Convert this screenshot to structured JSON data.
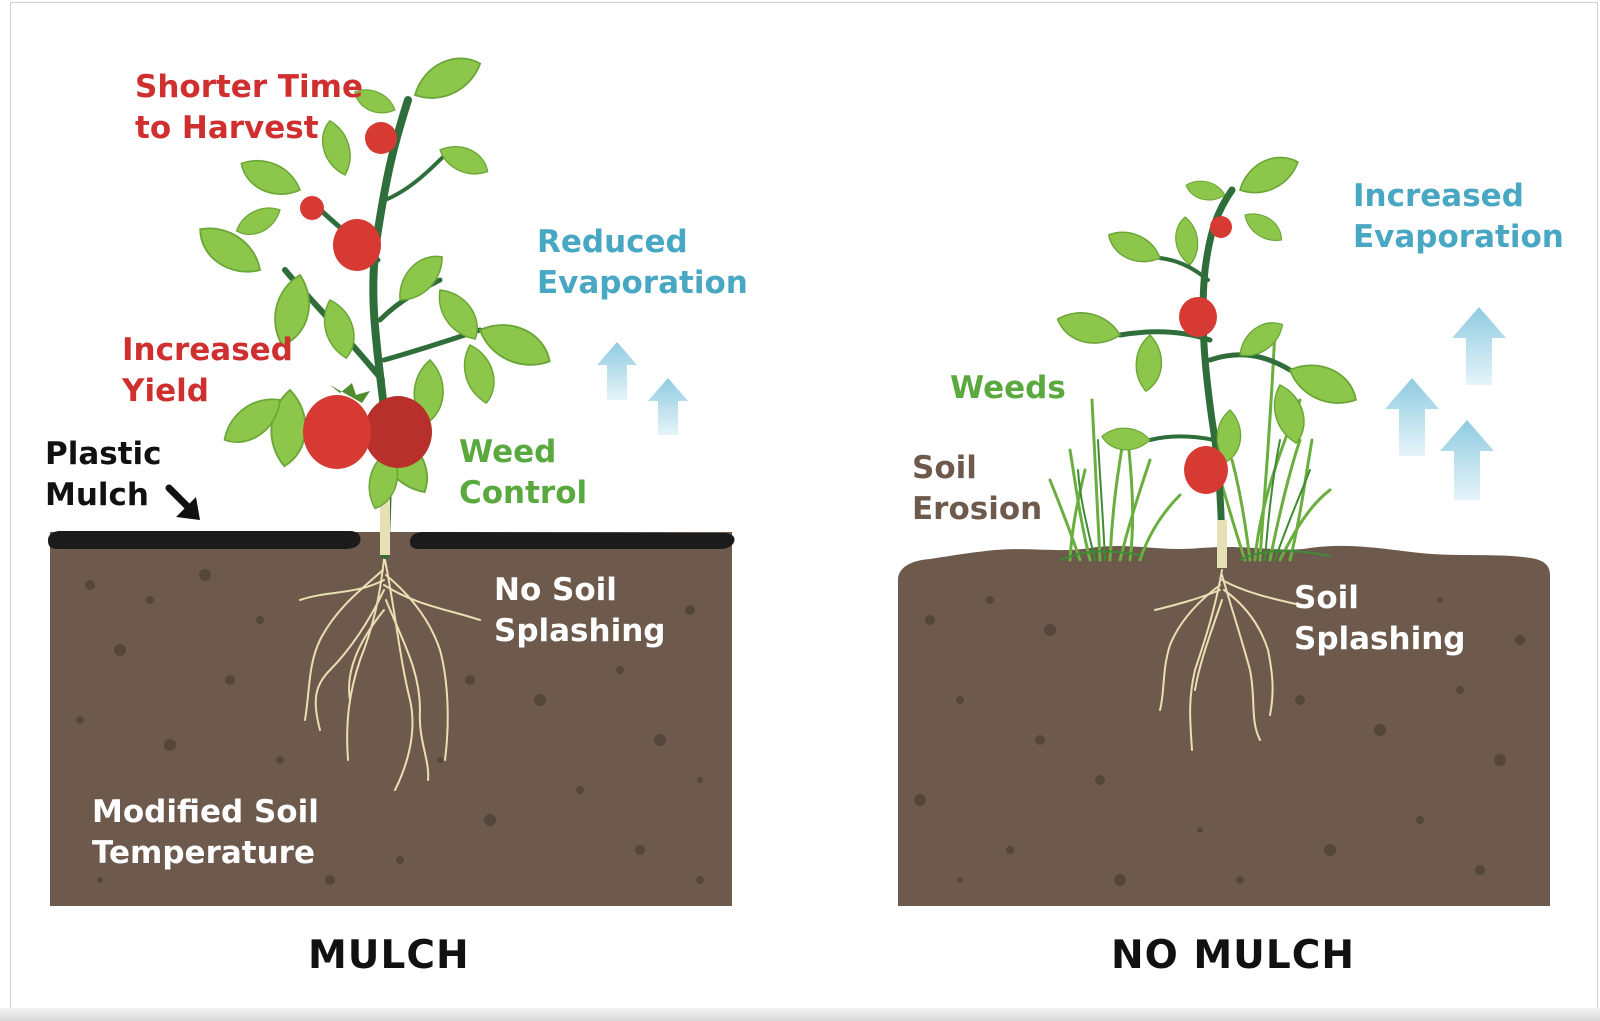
{
  "mulch_panel": {
    "title": "MULCH",
    "shorter_time": [
      "Shorter Time",
      "to Harvest"
    ],
    "increased_yield": [
      "Increased",
      "Yield"
    ],
    "reduced_evaporation": [
      "Reduced",
      "Evaporation"
    ],
    "plastic_mulch": [
      "Plastic",
      "Mulch"
    ],
    "weed_control": [
      "Weed",
      "Control"
    ],
    "no_soil_splashing": [
      "No Soil",
      "Splashing"
    ],
    "modified_soil_temperature": [
      "Modified Soil",
      "Temperature"
    ]
  },
  "no_mulch_panel": {
    "title": "NO MULCH",
    "increased_evaporation": [
      "Increased",
      "Evaporation"
    ],
    "weeds": "Weeds",
    "soil_erosion": [
      "Soil",
      "Erosion"
    ],
    "soil_splashing": [
      "Soil",
      "Splashing"
    ]
  },
  "colors": {
    "soil": "#6d5a4c",
    "mulch_film": "#1b1b1b",
    "leaf": "#8cc64a",
    "stem": "#2f6e3a",
    "tomato": "#d63a32",
    "root": "#e8dcae",
    "arrow": "#9fd2e3"
  }
}
